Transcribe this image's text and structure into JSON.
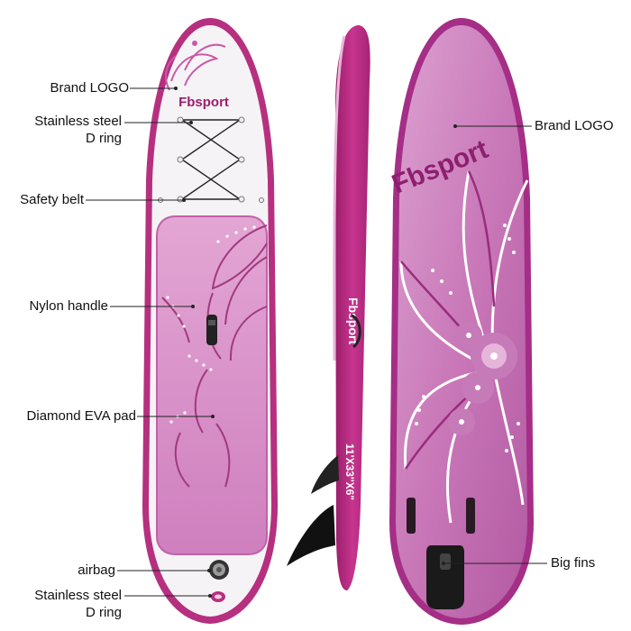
{
  "labels": {
    "brand_logo_left": "Brand LOGO",
    "d_ring_top_line1": "Stainless steel",
    "d_ring_top_line2": "D ring",
    "safety_belt": "Safety belt",
    "nylon_handle": "Nylon handle",
    "diamond_eva_pad": "Diamond EVA pad",
    "airbag": "airbag",
    "d_ring_bottom_line1": "Stainless steel",
    "d_ring_bottom_line2": "D ring",
    "brand_logo_right": "Brand LOGO",
    "big_fins": "Big fins"
  },
  "board_text": {
    "logo_front": "Fbsport",
    "logo_side": "Fbsport",
    "logo_back": "Fbsport",
    "size": "11'X33''X6\""
  },
  "colors": {
    "magenta": "#b0287f",
    "pink_pad": "#d98cc4",
    "pink_light": "#ecc4e0",
    "board_white": "#f6f3f6",
    "back_pink": "#d690c8"
  }
}
